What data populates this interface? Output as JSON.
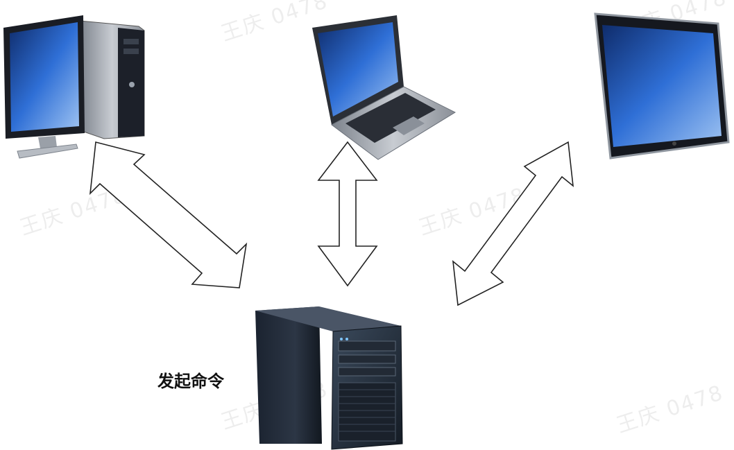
{
  "server": {
    "label": "发起命令",
    "icon": "server-tower-icon"
  },
  "clients": [
    {
      "name": "desktop",
      "icon": "desktop-computer-icon"
    },
    {
      "name": "laptop",
      "icon": "laptop-icon"
    },
    {
      "name": "tablet",
      "icon": "tablet-icon"
    }
  ],
  "watermark": {
    "texts": [
      "王庆 0478",
      "王庆 0478",
      "王庆 0478",
      "王庆 0478",
      "王庆 0478",
      "王庆 0478"
    ]
  },
  "colors": {
    "screen": "#2f6fd6",
    "device_dark": "#1a1f2b",
    "arrow_stroke": "#222222"
  }
}
